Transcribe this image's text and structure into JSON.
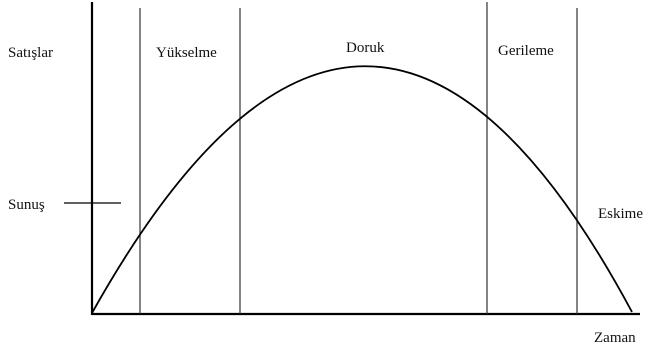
{
  "diagram": {
    "y_axis_label": "Satışlar",
    "x_axis_label": "Zaman",
    "entry_label": "Sunuş",
    "stages": [
      {
        "name": "Yükselme"
      },
      {
        "name": "Doruk"
      },
      {
        "name": "Gerileme"
      },
      {
        "name": "Eskime"
      }
    ],
    "colors": {
      "line": "#000000",
      "background": "#ffffff"
    }
  }
}
